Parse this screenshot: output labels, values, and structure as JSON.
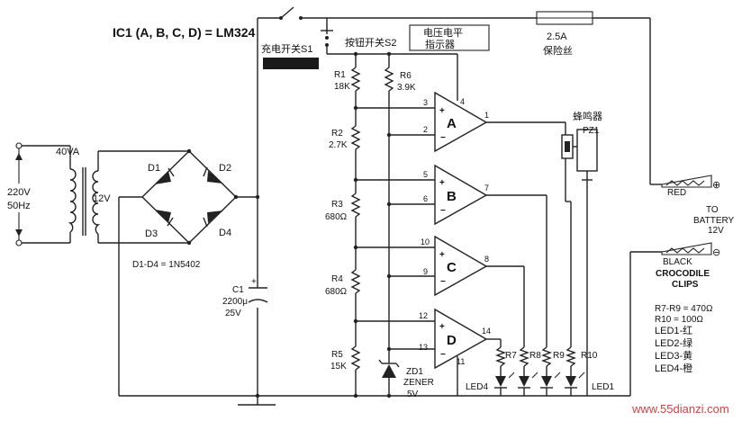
{
  "ic_title": "IC1 (A, B, C, D) = LM324",
  "transformer": {
    "rating": "40VA",
    "primary_v": "220V",
    "primary_f": "50Hz",
    "secondary": "12V"
  },
  "diodes": {
    "d1": "D1",
    "d2": "D2",
    "d3": "D3",
    "d4": "D4",
    "spec": "D1-D4 = 1N5402"
  },
  "capacitor": {
    "name": "C1",
    "value": "2200μ",
    "voltage": "25V"
  },
  "switches": {
    "s1": "充电开关S1",
    "s2": "按钮开关S2"
  },
  "indicator_box": {
    "line1": "电压电平",
    "line2": "指示器"
  },
  "fuse": {
    "rating": "2.5A",
    "name": "保险丝"
  },
  "buzzer": {
    "label": "蜂鸣器",
    "name": "PZ1"
  },
  "resistors": {
    "r1": {
      "name": "R1",
      "value": "18K"
    },
    "r2": {
      "name": "R2",
      "value": "2.7K"
    },
    "r3": {
      "name": "R3",
      "value": "680Ω"
    },
    "r4": {
      "name": "R4",
      "value": "680Ω"
    },
    "r5": {
      "name": "R5",
      "value": "15K"
    },
    "r6": {
      "name": "R6",
      "value": "3.9K"
    },
    "r7": "R7",
    "r8": "R8",
    "r9": "R9",
    "r10": "R10"
  },
  "opamps": {
    "a": "A",
    "b": "B",
    "c": "C",
    "d": "D"
  },
  "pins": {
    "p3": "3",
    "p2": "2",
    "p1": "1",
    "p4": "4",
    "p5": "5",
    "p6": "6",
    "p7": "7",
    "p10": "10",
    "p9": "9",
    "p8": "8",
    "p12": "12",
    "p13": "13",
    "p14": "14",
    "p11": "11"
  },
  "zener": {
    "name": "ZD1",
    "type": "ZENER",
    "voltage": "5V"
  },
  "leds": {
    "left": "LED4",
    "right": "LED1"
  },
  "clips": {
    "red": "RED",
    "black": "BLACK",
    "plus": "⊕",
    "minus": "⊖",
    "to": "TO",
    "battery": "BATTERY",
    "battery_v": "12V",
    "croc1": "CROCODILE",
    "croc2": "CLIPS"
  },
  "notes": {
    "n1": "R7-R9 = 470Ω",
    "n2": "R10 = 100Ω",
    "n3": "LED1-红",
    "n4": "LED2-绿",
    "n5": "LED3-黄",
    "n6": "LED4-橙"
  },
  "watermark": "www.55dianzi.com"
}
